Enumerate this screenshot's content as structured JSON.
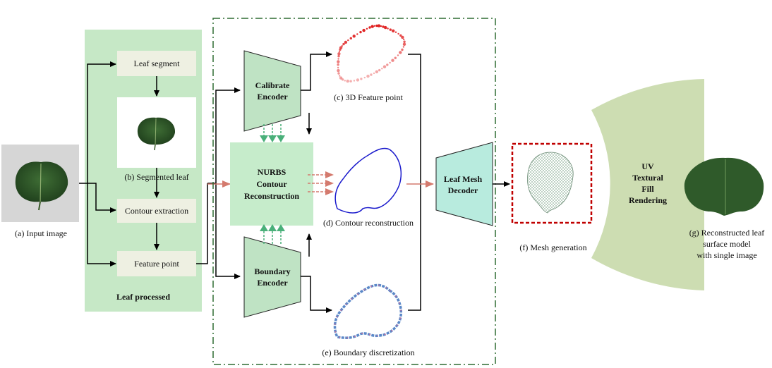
{
  "labels": {
    "input_image": "(a) Input image",
    "leaf_segment": "Leaf segment",
    "segmented_leaf": "(b) Segmented leaf",
    "contour_extraction": "Contour extraction",
    "feature_point": "Feature point",
    "leaf_processed": "Leaf processed",
    "calibrate_encoder": [
      "Calibrate",
      "Encoder"
    ],
    "nurbs": [
      "NURBS",
      "Contour",
      "Reconstruction"
    ],
    "boundary_encoder": [
      "Boundary",
      "Encoder"
    ],
    "feature_3d": "(c) 3D Feature point",
    "contour_reconstruction": "(d) Contour reconstruction",
    "boundary_discretization": "(e) Boundary discretization",
    "leaf_mesh_decoder": [
      "Leaf Mesh",
      "Decoder"
    ],
    "mesh_generation": "(f) Mesh generation",
    "uv_rendering": [
      "UV",
      "Textural",
      "Fill",
      "Rendering"
    ],
    "reconstructed": [
      "(g) Reconstructed leaf",
      "surface model",
      "with single image"
    ]
  },
  "colors": {
    "green_panel": "#c6e8c6",
    "light_box": "#eef0e2",
    "encoder_fill": "#bfe3c4",
    "decoder_fill": "#b8ebde",
    "dashed_green": "#2e7d32",
    "arc_fill": "#cdddb2",
    "mesh_border": "#c00000",
    "feature_red": "#e02020",
    "contour_blue": "#1a1acc",
    "arrow_red": "#d47a6e"
  }
}
